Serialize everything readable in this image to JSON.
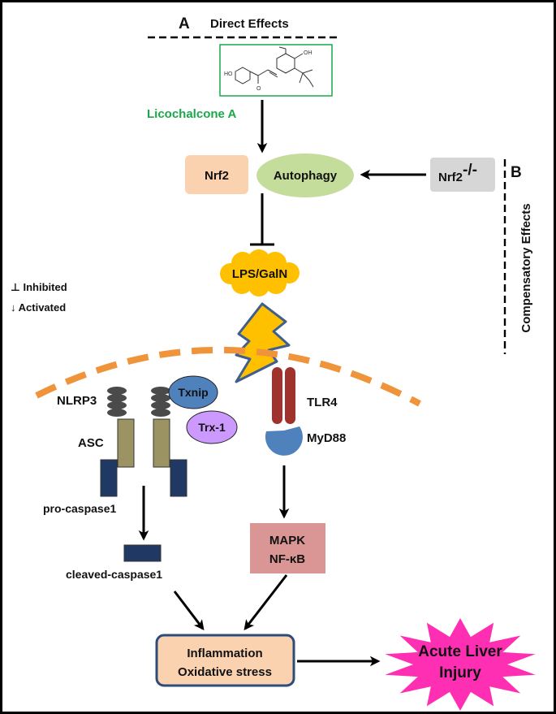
{
  "panels": {
    "a_letter": "A",
    "a_title": "Direct Effects",
    "b_letter": "B",
    "b_title": "Compensatory Effects"
  },
  "compound": {
    "name": "Licochalcone A",
    "structure_labels": [
      "HO",
      "O",
      "OH"
    ],
    "structure_color": "#1aa84a"
  },
  "nodes": {
    "nrf2": "Nrf2",
    "autophagy": "Autophagy",
    "nrf2_knockout": "Nrf2",
    "knockout_sup": "-/-",
    "lps": "LPS/GalN",
    "nlrp3": "NLRP3",
    "asc": "ASC",
    "txnip": "Txnip",
    "trx1": "Trx-1",
    "tlr4": "TLR4",
    "myd88": "MyD88",
    "pro_caspase": "pro-caspase1",
    "cleaved_caspase": "cleaved-caspase1",
    "mapk": "MAPK",
    "nfkb": "NF-κB",
    "inflammation": "Inflammation",
    "oxidative": "Oxidative stress",
    "acute_line1": "Acute Liver",
    "acute_line2": "Injury"
  },
  "legend": {
    "inhibited": "⊥ Inhibited",
    "activated": "↓ Activated"
  },
  "colors": {
    "nrf2_box": "#fbd2b0",
    "autophagy_ellipse": "#c5dd9b",
    "knockout_box": "#d6d6d6",
    "lps_cloud": "#ffc000",
    "lightning": "#ffc000",
    "lightning_stroke": "#3f5f8f",
    "membrane": "#f0943c",
    "nlrp3_disk": "#4a4a4a",
    "asc_rect": "#9b9361",
    "caspase_rect": "#1f3864",
    "txnip": "#4f81bd",
    "trx1": "#cc99ff",
    "tlr4": "#a0322e",
    "myd88": "#4f81bd",
    "mapk_box": "#d99694",
    "inflammation_box": "#fbd2b0",
    "inflammation_border": "#2e4c7a",
    "acute_burst": "#ff2fb4"
  }
}
